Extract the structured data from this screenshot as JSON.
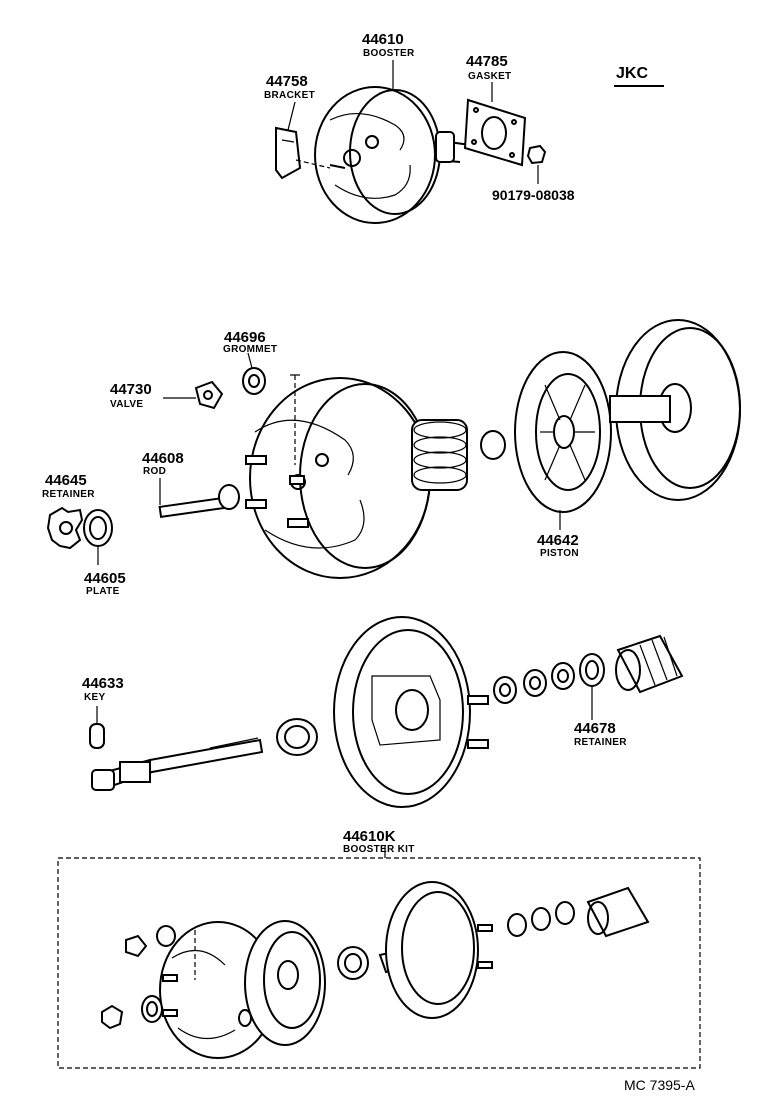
{
  "diagram_code": "JKC",
  "figure_ref": "MC  7395-A",
  "parts": {
    "booster": {
      "number": "44610",
      "name": "BOOSTER"
    },
    "gasket": {
      "number": "44785",
      "name": "GASKET"
    },
    "bracket": {
      "number": "44758",
      "name": "BRACKET"
    },
    "nut": {
      "number": "90179-08038"
    },
    "grommet": {
      "number": "44696",
      "name": "GROMMET"
    },
    "valve": {
      "number": "44730",
      "name": "VALVE"
    },
    "rod": {
      "number": "44608",
      "name": "ROD"
    },
    "retainer_front": {
      "number": "44645",
      "name": "RETAINER"
    },
    "plate": {
      "number": "44605",
      "name": "PLATE"
    },
    "piston": {
      "number": "44642",
      "name": "PISTON"
    },
    "key": {
      "number": "44633",
      "name": "KEY"
    },
    "retainer_rear": {
      "number": "44678",
      "name": "RETAINER"
    },
    "booster_kit": {
      "number": "44610K",
      "name": "BOOSTER KIT"
    }
  }
}
